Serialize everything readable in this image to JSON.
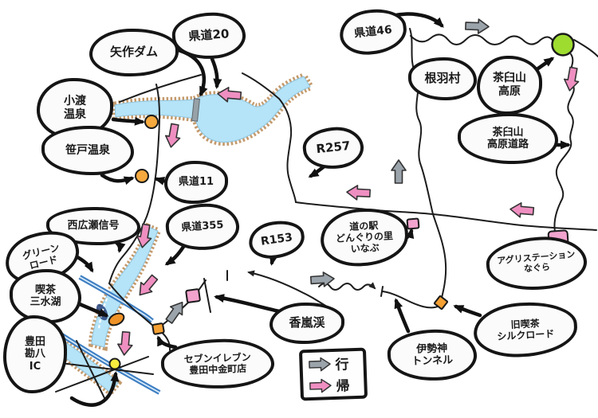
{
  "labels": {
    "yahagi_dam": "矢作ダム",
    "kendo_20": "県道20",
    "odo_onsen": "小渡\n温泉",
    "sasado_onsen": "笹戸温泉",
    "kendo_11": "県道11",
    "nishihirose_signal": "西広瀬信号",
    "green_road": "グリーン\nロード",
    "kissa_sansuiko": "喫茶\n三水湖",
    "toyota_kampachi_ic": "豊田\n勘八\nIC",
    "kendo_355": "県道355",
    "r153": "R153",
    "r257": "R257",
    "kendo_46": "県道46",
    "neba_village": "根羽村",
    "chausuyama_kogen": "茶臼山\n高原",
    "chausuyama_kogen_road": "茶臼山\n高原道路",
    "michinoeki_inabu": "道の駅\nどんぐりの里\nいなぶ",
    "agri_station_nagura": "アグリステーション\nなぐら",
    "kyu_kissa_silkroad": "旧喫茶\nシルクロード",
    "isegami_tunnel": "伊勢神\nトンネル",
    "korankei": "香嵐渓",
    "seven_eleven": "セブンイレブン\n豊田中金町店"
  },
  "legend": {
    "go": "行",
    "return": "帰"
  },
  "colors": {
    "outline": "#151515",
    "water": "#b5e3f7",
    "river_bank": "#c49a6c",
    "blue_road": "#3e7ec2",
    "go_arrow_gray": "#9ba3ab",
    "return_arrow_pink": "#ef8fc1",
    "marker_orange": "#f5a93e",
    "marker_pink": "#f2a3ce",
    "marker_yellow": "#f8ec3e",
    "marker_green": "#9edc30"
  }
}
